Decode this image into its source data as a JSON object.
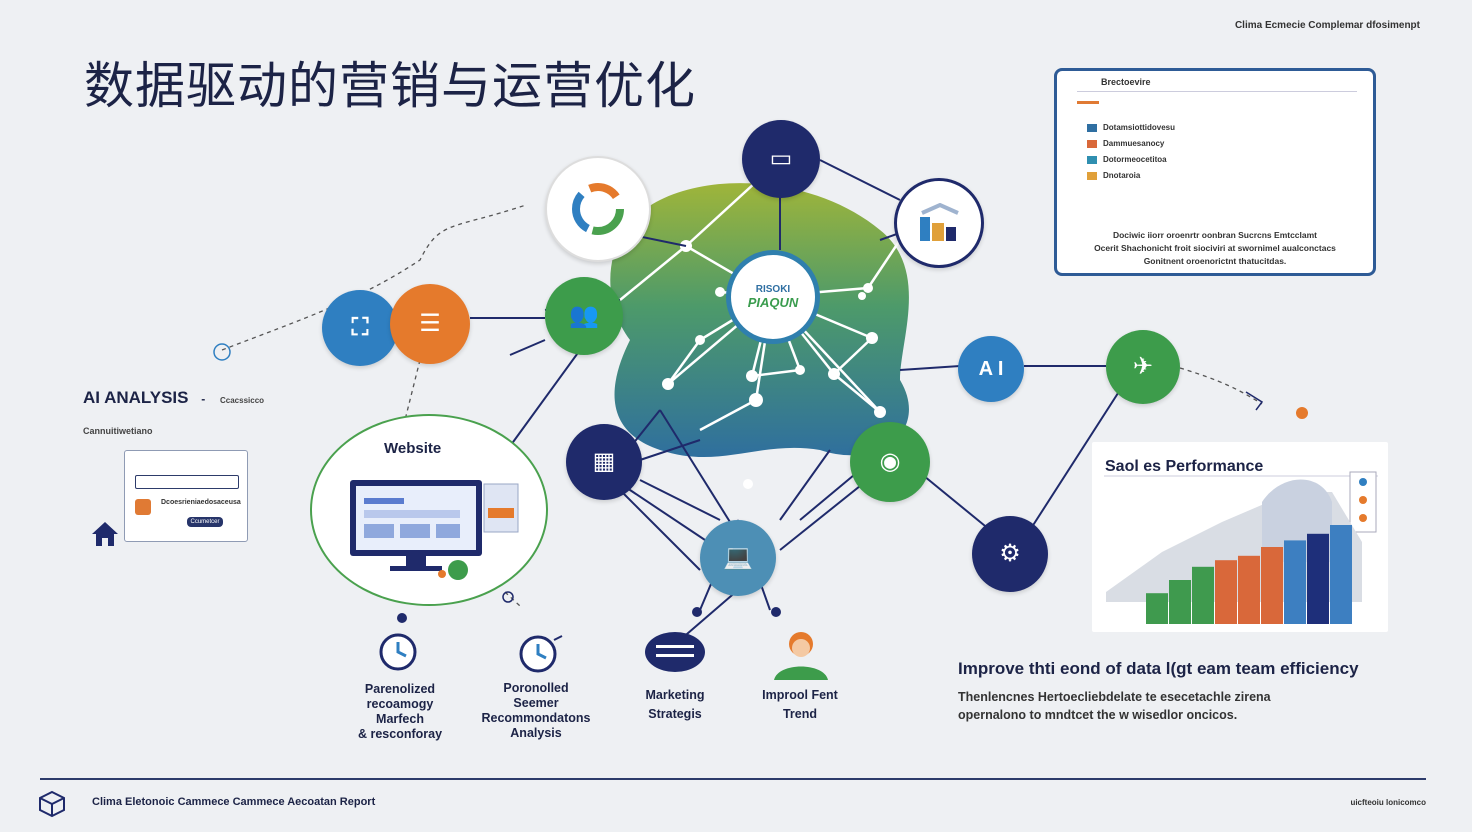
{
  "title": "数据驱动的营销与运营优化",
  "top_right_note": "Clima Ecmecie Complemar dfosimenpt",
  "center_node": {
    "line1": "RISOKI",
    "line2": "PIAQUN"
  },
  "report_card": {
    "heading": "Brectoevire",
    "legend": [
      {
        "label": "Dotamsiottidovesu",
        "color": "#2f6fa2"
      },
      {
        "label": "Dammuesanocy",
        "color": "#d9683a"
      },
      {
        "label": "Dotormeocetitoa",
        "color": "#2f8fb0"
      },
      {
        "label": "Dnotaroia",
        "color": "#e0a03a"
      }
    ],
    "caption": [
      "Dociwic iiorr oroenrtr oonbran Sucrcns Emtcclamt",
      "Ocerit Shachonicht froit siociviri at swornimel aualconctacs",
      "Gonitnent oroenorictnt thatucitdas."
    ]
  },
  "ai": {
    "label": "AI ANALYSIS",
    "dash": "-",
    "sub": "Ccacssicco",
    "sub2": "Cannuitiwetiano",
    "card_label": "Dcoesrieniaedosaceusa",
    "card_button": "Ccumetcer"
  },
  "website": {
    "title": "Website"
  },
  "sales": {
    "title": "Saol es Performance",
    "bars": [
      28,
      40,
      52,
      58,
      62,
      70,
      76,
      82,
      90
    ],
    "colors": [
      "#3f9a4e",
      "#3f9a4e",
      "#3f9a4e",
      "#d9683a",
      "#d9683a",
      "#d9683a",
      "#3d7fc1",
      "#1e2f7a",
      "#3d7fc1"
    ]
  },
  "improve": {
    "title": "Improve thti eond of data l(gt eam team efficiency",
    "desc_lines": [
      "Thenlencnes Hertoecliebdelate te esecetachle zirena",
      "opernalono to mndtcet the w wisedlor oncicos."
    ]
  },
  "bottom_labels": [
    {
      "lines": [
        "Parenolized",
        "recoamogy",
        "Marfech",
        "& resconforay"
      ]
    },
    {
      "lines": [
        "Poronolled",
        "Seemer",
        "Recommondatons",
        "Analysis"
      ]
    },
    {
      "lines": [
        "Marketing",
        "Strategis"
      ]
    },
    {
      "lines": [
        "Improol Fent",
        "Trend"
      ]
    }
  ],
  "footer": {
    "left": "Clima Eletonoic Cammece Cammece Aecoatan Report",
    "right": "uicfteoiu lonicomco"
  },
  "colors": {
    "navy": "#1f2a6b",
    "blue": "#2f7fc1",
    "orange": "#e57a2c",
    "green": "#3d9c4b",
    "teal": "#4d8fb5"
  },
  "icons": {
    "top_node": "monitor-icon",
    "chart_node": "pie-chart-icon",
    "warehouse_node": "warehouse-icon",
    "map_node": "map-icon",
    "cart_node": "cart-icon",
    "people_node": "people-icon",
    "calculator_node": "calculator-icon",
    "ai_node": "ai-icon",
    "plane_node": "plane-icon",
    "location_node": "location-icon",
    "laptop_node": "laptop-icon",
    "gear_node": "gear-icon"
  }
}
